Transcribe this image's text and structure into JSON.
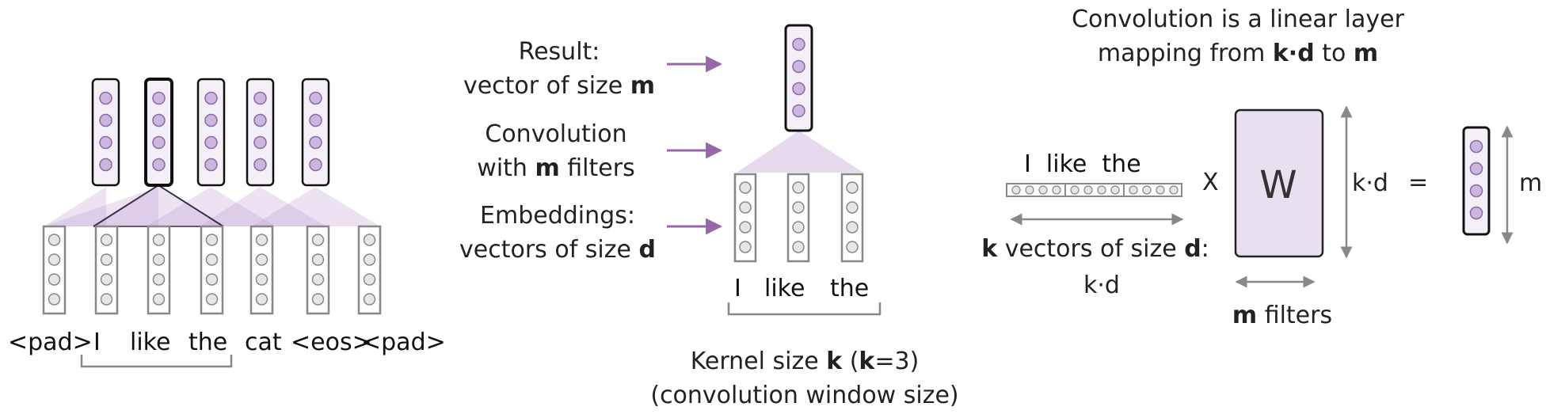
{
  "colors": {
    "purple_fill": "#cdb6de",
    "purple_stroke": "#8a6aa8",
    "box_fill": "#f5eff8",
    "gray_fill": "#e6e6e6",
    "gray_stroke": "#888888",
    "arrow": "#9569a8",
    "w_fill": "#e9e0ef"
  },
  "left": {
    "tokens": [
      "<pad>",
      "I",
      "like",
      "the",
      "cat",
      "<eos>",
      "<pad>"
    ]
  },
  "middle": {
    "result_line1": "Result:",
    "result_line2a": "vector of size ",
    "result_line2b": "m",
    "conv_line1": "Convolution",
    "conv_line2a": "with ",
    "conv_line2b": "m",
    "conv_line2c": " filters",
    "emb_line1": "Embeddings:",
    "emb_line2a": "vectors of size ",
    "emb_line2b": "d",
    "tokens": [
      "I",
      "like",
      "the"
    ],
    "kernel_line1a": "Kernel size ",
    "kernel_line1b": "k",
    "kernel_line1c": " (",
    "kernel_line1d": "k",
    "kernel_line1e": "=3)",
    "kernel_line2": "(convolution window size)"
  },
  "right": {
    "title_line1": "Convolution is a linear layer",
    "title_line2a": "mapping from ",
    "title_line2b": "k·d",
    "title_line2c": " to ",
    "title_line2d": "m",
    "tokens_text": "I  like  the",
    "times": "X",
    "w_label": "W",
    "kd_label": "k·d",
    "equals": "=",
    "m_label": "m",
    "kvec_line1a": "k",
    "kvec_line1b": " vectors of size ",
    "kvec_line1c": "d",
    "kvec_line1d": ":",
    "kvec_line2": "k·d",
    "filters_a": "m",
    "filters_b": " filters"
  }
}
